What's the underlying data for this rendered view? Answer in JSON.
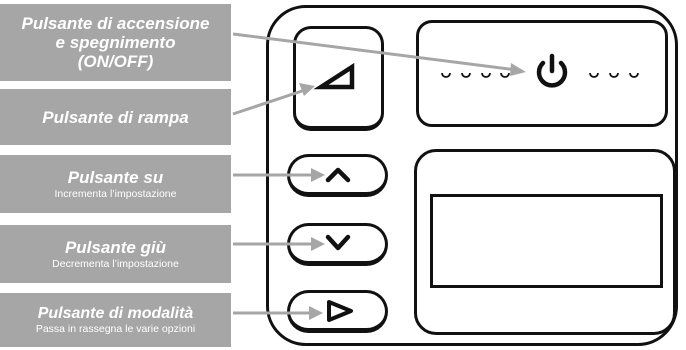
{
  "labels": {
    "power": {
      "title_line1": "Pulsante di accensione",
      "title_line2": "e spegnimento",
      "title_line3": "(ON/OFF)"
    },
    "ramp": {
      "title": "Pulsante di rampa"
    },
    "up": {
      "title": "Pulsante su",
      "subtitle": "Incrementa l’impostazione"
    },
    "down": {
      "title": "Pulsante giù",
      "subtitle": "Decrementa l’impostazione"
    },
    "mode": {
      "title": "Pulsante di modalità",
      "subtitle": "Passa in rassegna le varie opzioni"
    }
  },
  "icons": {
    "ramp": "ramp-triangle-icon",
    "up": "chevron-up-icon",
    "down": "chevron-down-icon",
    "mode": "play-triangle-icon",
    "power": "power-icon"
  },
  "colors": {
    "label_background": "#a6a6a6",
    "label_text": "#ffffff",
    "arrow": "#a6a6a6",
    "outline": "#111111"
  }
}
